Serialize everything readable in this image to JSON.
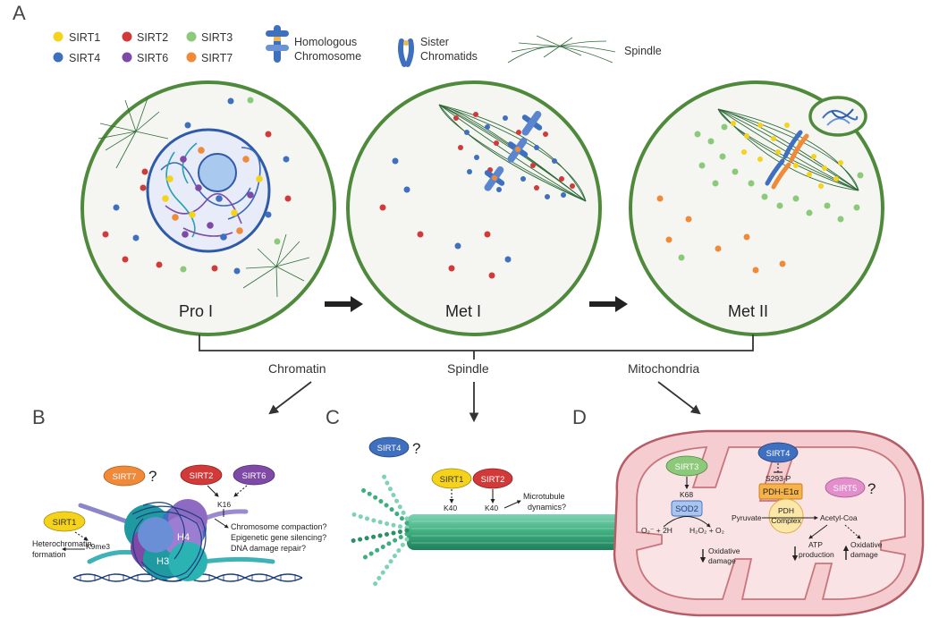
{
  "panels": {
    "a": "A",
    "b": "B",
    "c": "C",
    "d": "D"
  },
  "legend": {
    "sirts": [
      {
        "label": "SIRT1",
        "color": "#f5d21c"
      },
      {
        "label": "SIRT2",
        "color": "#d23a3a"
      },
      {
        "label": "SIRT3",
        "color": "#8cc97a"
      },
      {
        "label": "SIRT4",
        "color": "#3f6fbf"
      },
      {
        "label": "SIRT6",
        "color": "#7e4aa6"
      },
      {
        "label": "SIRT7",
        "color": "#ee8a3a"
      }
    ],
    "homologous": [
      "Homologous",
      "Chromosome"
    ],
    "sister": [
      "Sister",
      "Chromatids"
    ],
    "spindle": "Spindle"
  },
  "cells": {
    "pro": "Pro I",
    "met1": "Met I",
    "met2": "Met II"
  },
  "branches": {
    "chromatin": "Chromatin",
    "spindle": "Spindle",
    "mito": "Mitochondria"
  },
  "panel_b": {
    "sirt7": "SIRT7",
    "sirt2": "SIRT2",
    "sirt6": "SIRT6",
    "sirt1": "SIRT1",
    "q": "?",
    "k16": "K16",
    "k9me3": "K9me3",
    "h3": "H3",
    "h4": "H4",
    "hetero": [
      "Heterochromatin",
      "formation"
    ],
    "effects": [
      "Chromosome compaction?",
      "Epigenetic gene silencing?",
      "DNA damage repair?"
    ]
  },
  "panel_c": {
    "sirt4": "SIRT4",
    "q": "?",
    "sirt1": "SIRT1",
    "sirt2": "SIRT2",
    "k40": "K40",
    "micro": [
      "Microtubule",
      "dynamics?"
    ]
  },
  "panel_d": {
    "sirt3": "SIRT3",
    "k68": "K68",
    "sod2": "SOD2",
    "o2": "O₂⁻ + 2H",
    "h2o2": "H₂O₂ + O₂",
    "ox1": [
      "Oxidative",
      "damage"
    ],
    "sirt4": "SIRT4",
    "s293": "S293-P",
    "pdh": "PDH-E1α",
    "complex": [
      "PDH",
      "Complex"
    ],
    "pyruvate": "Pyruvate",
    "acetyl": "Acetyl-Coa",
    "sirt5": "SIRT5",
    "q": "?",
    "atp": [
      "ATP",
      "production"
    ],
    "ox2": [
      "Oxidative",
      "damage"
    ]
  }
}
